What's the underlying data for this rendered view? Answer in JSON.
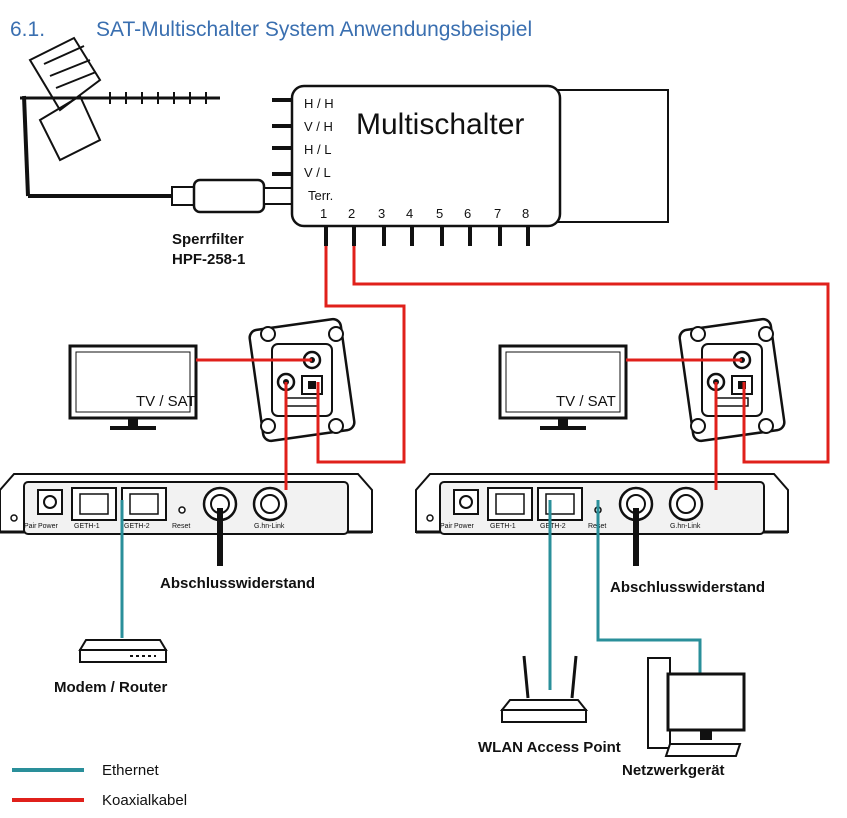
{
  "title": {
    "number": "6.1.",
    "text": "SAT-Multischalter System Anwendungsbeispiel"
  },
  "multiswitch": {
    "name": "Multischalter",
    "inputs": [
      "H / H",
      "V / H",
      "H / L",
      "V / L"
    ],
    "terr_label": "Terr.",
    "outputs": [
      "1",
      "2",
      "3",
      "4",
      "5",
      "6",
      "7",
      "8"
    ]
  },
  "filter": {
    "line1": "Sperrfilter",
    "line2": "HPF-258-1"
  },
  "tv_label": "TV / SAT",
  "adapter": {
    "pair": "Pair",
    "power": "Power",
    "geth1": "GETH-1",
    "geth2": "GETH-2",
    "reset": "Reset",
    "ghn": "G.hn-Link"
  },
  "terminator_label": "Abschlusswiderstand",
  "devices": {
    "router": "Modem / Router",
    "wlan": "WLAN Access Point",
    "network": "Netzwerkgerät"
  },
  "legend": [
    {
      "label": "Ethernet",
      "color": "#2a8f9a"
    },
    {
      "label": "Koaxialkabel",
      "color": "#e0201b"
    }
  ],
  "colors": {
    "ethernet": "#2a8f9a",
    "coax": "#e0201b",
    "title": "#3a6fb0"
  }
}
